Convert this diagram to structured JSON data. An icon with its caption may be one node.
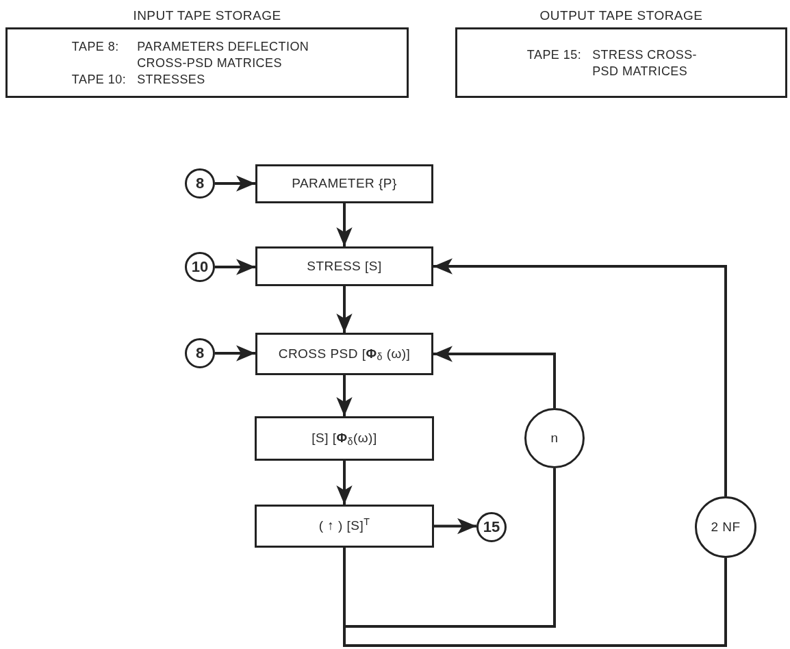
{
  "diagram": {
    "nodes": [
      {
        "text": [
          "INPUT TAPE STORAGE",
          "TAPE 8:",
          "PARAMETERS DEFLECTION CROSS-PSD MATRICES",
          "TAPE 10:",
          "STRESSES"
        ]
      },
      {
        "text": [
          "OUTPUT TAPE STORAGE",
          "TAPE 15:",
          "STRESS CROSS-PSD MATRICES"
        ]
      },
      {
        "text": [
          "8"
        ]
      },
      {
        "text": [
          "PARAMETER {P}"
        ]
      },
      {
        "text": [
          "10"
        ]
      },
      {
        "text": [
          "STRESS [S]"
        ]
      },
      {
        "text": [
          "8"
        ]
      },
      {
        "text": [
          "CROSS PSD [**Φ**$_{δ}$ (ω)]"
        ]
      },
      {
        "text": [
          "[S] [**Φ**$_{δ}$(ω)]"
        ]
      },
      {
        "text": [
          "( ↑ ) [S]$^{T}$"
        ]
      },
      {
        "text": [
          "15"
        ]
      },
      {
        "text": [
          "n"
        ]
      },
      {
        "text": [
          "2 NF"
        ]
      }
    ],
    "edges": [
      {
        "from": 2,
        "to": 3,
        "arrow": "to"
      },
      {
        "from": 3,
        "to": 5,
        "arrow": "to"
      },
      {
        "from": 4,
        "to": 5,
        "arrow": "to"
      },
      {
        "from": 5,
        "to": 7,
        "arrow": "to"
      },
      {
        "from": 6,
        "to": 7,
        "arrow": "to"
      },
      {
        "from": 7,
        "to": 8,
        "arrow": "to"
      },
      {
        "from": 8,
        "to": 9,
        "arrow": "to"
      },
      {
        "from": 9,
        "to": 10,
        "arrow": "to"
      },
      {
        "from": 9,
        "to": 11,
        "arrow": "none"
      },
      {
        "from": 11,
        "to": 7,
        "arrow": "to"
      },
      {
        "from": 9,
        "to": 12,
        "arrow": "none"
      },
      {
        "from": 12,
        "to": 5,
        "arrow": "to"
      }
    ]
  }
}
